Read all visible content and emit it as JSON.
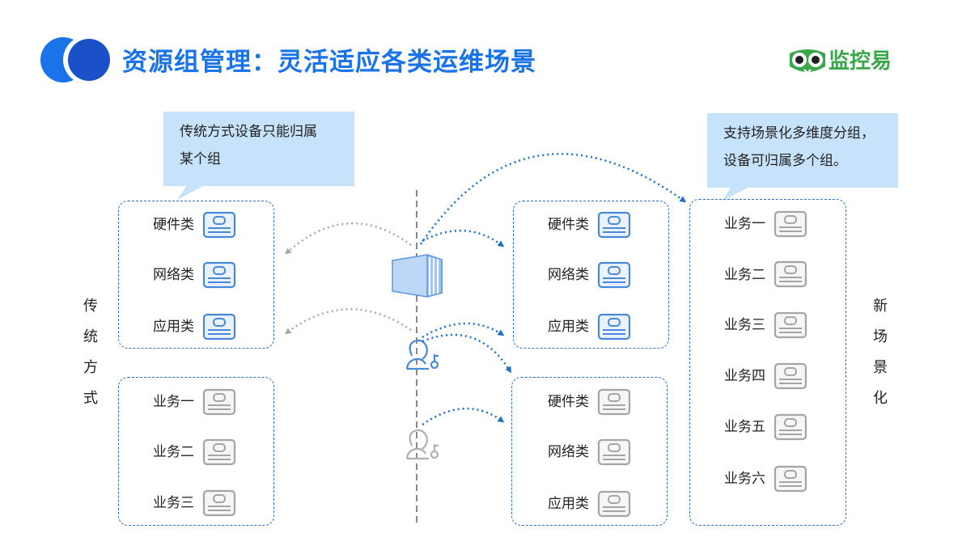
{
  "header": {
    "title": "资源组管理：灵活适应各类运维场景",
    "brand": "监控易"
  },
  "callouts": {
    "left": [
      "传统方式设备只能归属",
      "某个组"
    ],
    "right": [
      "支持场景化多维度分组，",
      "设备可归属多个组。"
    ]
  },
  "side_labels": {
    "left": [
      "传",
      "统",
      "方",
      "式"
    ],
    "right": [
      "新",
      "场",
      "景",
      "化"
    ]
  },
  "groups": {
    "left_top": [
      "硬件类",
      "网络类",
      "应用类"
    ],
    "left_bottom": [
      "业务一",
      "业务二",
      "业务三"
    ],
    "mid_top": [
      "硬件类",
      "网络类",
      "应用类"
    ],
    "mid_bottom": [
      "硬件类",
      "网络类",
      "应用类"
    ],
    "right": [
      "业务一",
      "业务二",
      "业务三",
      "业务四",
      "业务五",
      "业务六"
    ]
  },
  "colors": {
    "accent": "#1a73e8",
    "brand": "#3aa74a",
    "callout_bg": "#c6e3fb",
    "blue_icon": "#4a88d8",
    "gray_icon": "#a5a5a5",
    "arrow_blue": "#1e6fc4",
    "arrow_gray": "#a8a8a8"
  },
  "icons": {
    "logo": "double-circle-logo-icon",
    "brand": "owl-face-icon",
    "device": "server-device-icon",
    "resource": "server-rack-icon",
    "user": "user-key-icon"
  }
}
